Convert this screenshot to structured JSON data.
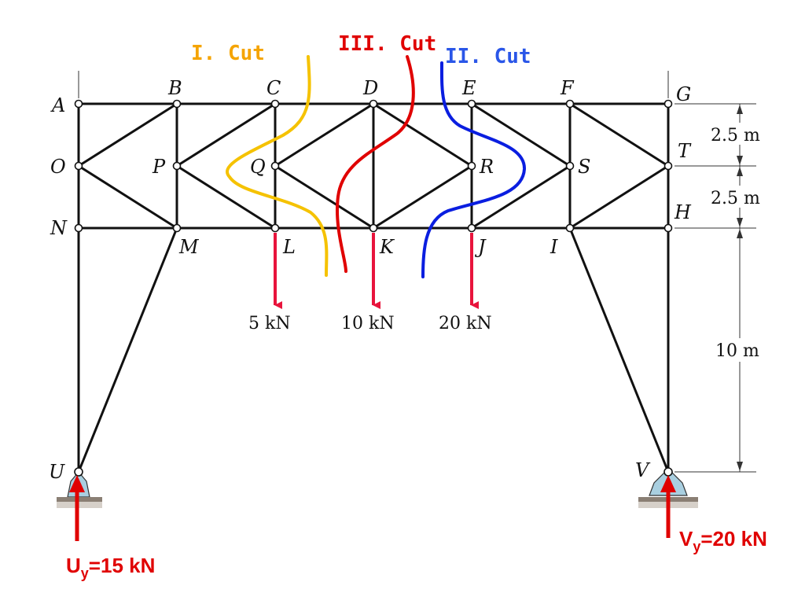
{
  "nodes": {
    "A": "A",
    "B": "B",
    "C": "C",
    "D": "D",
    "E": "E",
    "F": "F",
    "G": "G",
    "O": "O",
    "P": "P",
    "Q": "Q",
    "R": "R",
    "S": "S",
    "T": "T",
    "N": "N",
    "M": "M",
    "L": "L",
    "K": "K",
    "J": "J",
    "I": "I",
    "H": "H",
    "U": "U",
    "V": "V"
  },
  "cuts": {
    "cut1": {
      "label": "I. Cut",
      "color": "#f5a400"
    },
    "cut2": {
      "label": "II. Cut",
      "color": "#2a56e8"
    },
    "cut3": {
      "label": "III. Cut",
      "color": "#e00000"
    }
  },
  "loads": {
    "L": "5 kN",
    "K": "10 kN",
    "J": "20 kN",
    "color": "#e8143c"
  },
  "dimensions": {
    "upper": "2.5 m",
    "middle": "2.5 m",
    "lower": "10 m"
  },
  "reactions": {
    "U": {
      "symbol": "U",
      "subscript": "y",
      "value": "=15 kN"
    },
    "V": {
      "symbol": "V",
      "subscript": "y",
      "value": "=20 kN"
    },
    "color": "#e00000"
  },
  "colors": {
    "member": "#111111",
    "support_fill": "#a9cfe0",
    "ground": "#8a7f74"
  }
}
